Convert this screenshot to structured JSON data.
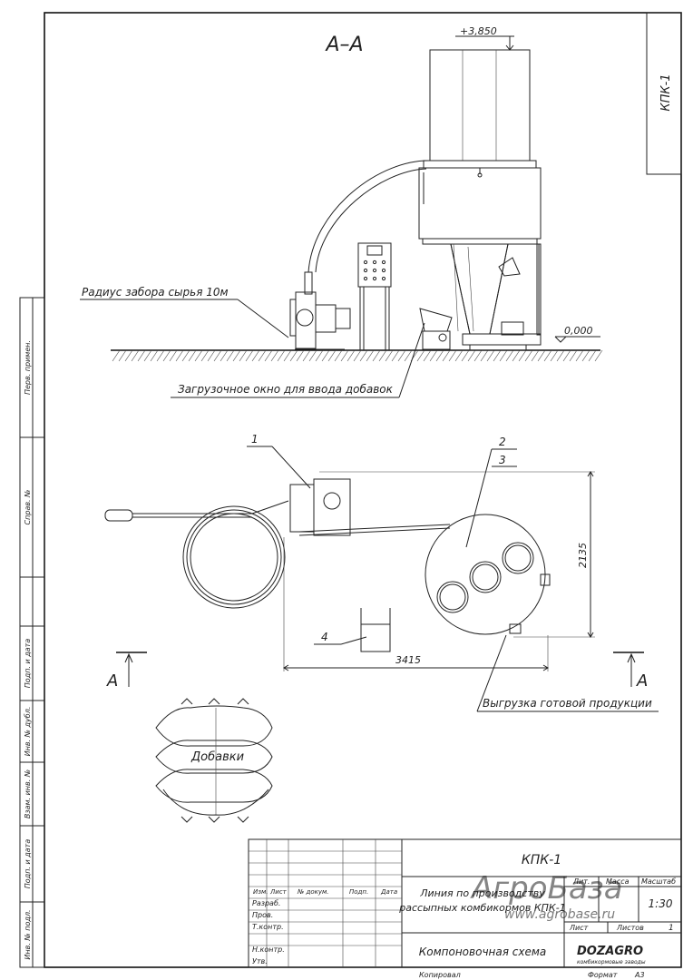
{
  "section": {
    "title": "А–А",
    "elevation_top": "+3,850",
    "elevation_zero": "0,000"
  },
  "corner_stamp": "КПК-1",
  "callouts": {
    "intake_radius": "Радиус забора сырья 10м",
    "loading_window": "Загрузочное окно для ввода добавок",
    "unloading": "Выгрузка готовой продукции",
    "additives": "Добавки"
  },
  "plan": {
    "items": [
      "1",
      "2",
      "3",
      "4"
    ],
    "dim_width": "3415",
    "dim_height": "2135",
    "section_mark_left": "А",
    "section_mark_right": "А"
  },
  "side_stamps": [
    "Перв. примен.",
    "Справ. №",
    "Подп. и дата",
    "Инв. № дубл.",
    "Взам. инв. №",
    "Подп. и дата",
    "Инв. № подл."
  ],
  "title_block": {
    "code": "КПК-1",
    "description": "Линия по производству рассыпных комбикормов КПК-1",
    "drawing_name": "Компоновочная схема",
    "col_headers": [
      "Изм.",
      "Лист",
      "№ докум.",
      "Подп.",
      "Дата"
    ],
    "roles": [
      "Разраб.",
      "Пров.",
      "Т.контр.",
      "Н.контр.",
      "Утв."
    ],
    "lit_label": "Лит.",
    "mass_label": "Масса",
    "scale_label": "Масштаб",
    "scale_value": "1:30",
    "sheet_label": "Лист",
    "sheets_label": "Листов",
    "sheets_value": "1",
    "copied_label": "Копировал",
    "format_label": "Формат",
    "format_value": "А3",
    "logo_text": "DOZAGRO",
    "logo_sub": "комбикормовые заводы"
  },
  "watermark": {
    "text": "АгроБаза",
    "url": "www.agrobase.ru"
  }
}
